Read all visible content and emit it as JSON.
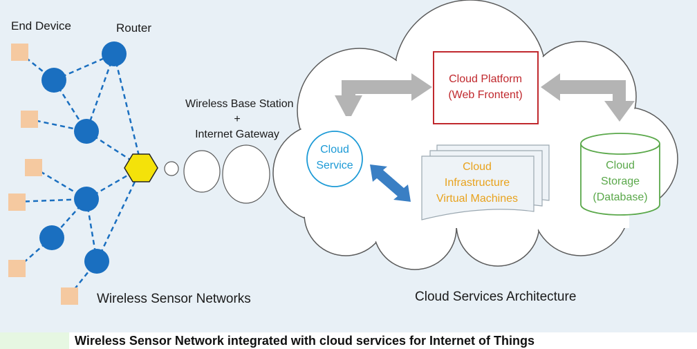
{
  "labels": {
    "end_device": "End Device",
    "router": "Router",
    "base_station_line1": "Wireless Base Station",
    "base_station_line2": "+",
    "base_station_line3": "Internet Gateway",
    "wsn": "Wireless Sensor Networks",
    "cloud_architecture": "Cloud Services Architecture"
  },
  "cloud": {
    "platform_line1": "Cloud Platform",
    "platform_line2": "(Web Frontent)",
    "service_line1": "Cloud",
    "service_line2": "Service",
    "infra_line1": "Cloud",
    "infra_line2": "Infrastructure",
    "infra_line3": "Virtual Machines",
    "storage_line1": "Cloud",
    "storage_line2": "Storage",
    "storage_line3": "(Database)"
  },
  "caption": "Wireless Sensor Network integrated with cloud services for Internet of Things",
  "colors": {
    "background": "#e8f0f6",
    "router_node": "#1a6fc0",
    "end_device": "#f5c9a0",
    "gateway": "#f4e20a",
    "platform": "#c0282d",
    "service": "#1c9ad6",
    "infrastructure": "#e8a21c",
    "storage": "#5aa84a",
    "arrow_gray": "#b4b4b4",
    "arrow_blue": "#3a7fc4"
  }
}
